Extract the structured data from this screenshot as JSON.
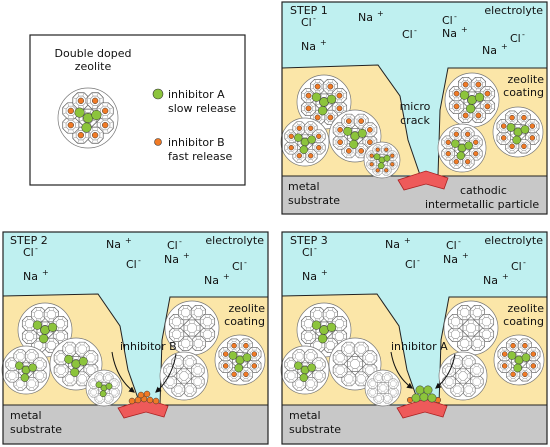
{
  "legend": {
    "title_line1": "Double doped",
    "title_line2": "zeolite",
    "inhibitor_a_line1": "inhibitor A",
    "inhibitor_a_line2": "slow release",
    "inhibitor_b_line1": "inhibitor B",
    "inhibitor_b_line2": "fast release"
  },
  "colors": {
    "electrolyte": "#bff0f0",
    "coating": "#fbe6a8",
    "substrate": "#c8c8c8",
    "particle": "#ee5a5a",
    "inhibitor_a": "#8cc43c",
    "inhibitor_b": "#f07a26",
    "border": "#222222"
  },
  "ions": {
    "cl": "Cl",
    "cl_charge": "-",
    "na": "Na",
    "na_charge": "+"
  },
  "step1": {
    "title": "STEP 1",
    "electrolyte": "electrolyte",
    "coating_line1": "zeolite",
    "coating_line2": "coating",
    "crack_line1": "micro",
    "crack_line2": "crack",
    "substrate_line1": "metal",
    "substrate_line2": "substrate",
    "particle_line1": "cathodic",
    "particle_line2": "intermetallic particle"
  },
  "step2": {
    "title": "STEP 2",
    "electrolyte": "electrolyte",
    "coating_line1": "zeolite",
    "coating_line2": "coating",
    "released": "inhibitor B",
    "substrate_line1": "metal",
    "substrate_line2": "substrate"
  },
  "step3": {
    "title": "STEP 3",
    "electrolyte": "electrolyte",
    "coating_line1": "zeolite",
    "coating_line2": "coating",
    "released": "inhibitor A",
    "substrate_line1": "metal",
    "substrate_line2": "substrate"
  }
}
